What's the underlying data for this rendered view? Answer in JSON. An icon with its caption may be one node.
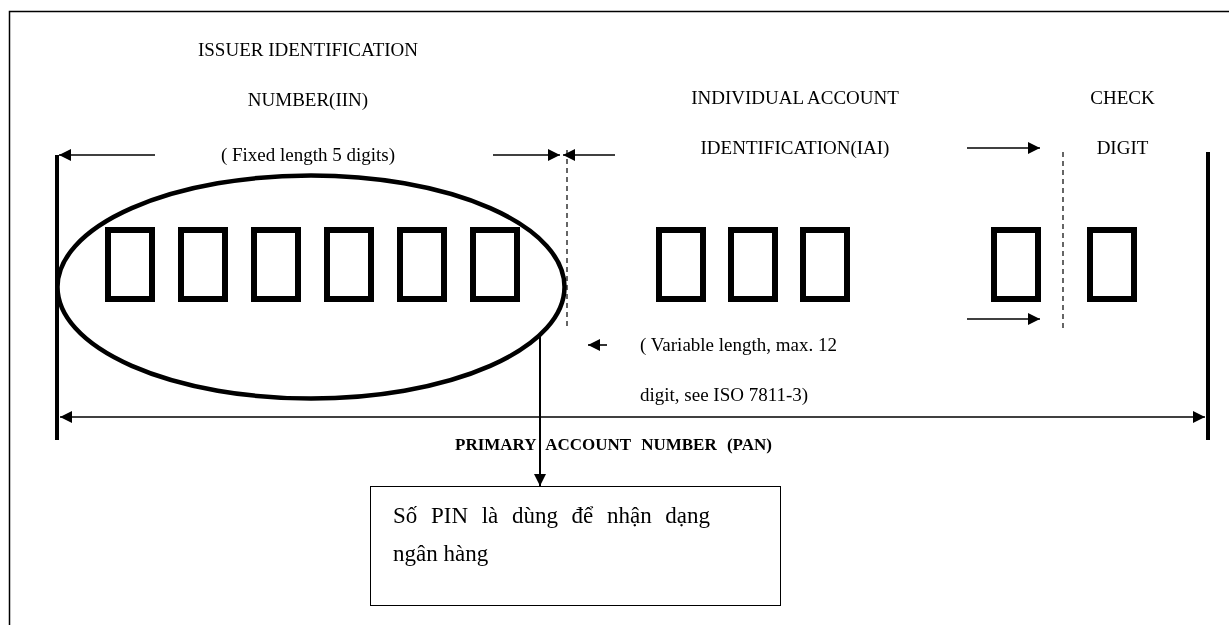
{
  "diagram": {
    "nodes": [
      {
        "text": [],
        "shape": "ellipse"
      },
      {
        "text": [
          "Số PIN là dùng để nhận dạng ngân hàng"
        ]
      }
    ],
    "edges": [
      {
        "from": 0,
        "to": 1,
        "arrow": "to"
      }
    ],
    "labels": [
      "ISSUER IDENTIFICATION NUMBER(IIN)",
      "( Fixed length 5 digits)",
      "INDIVIDUAL ACCOUNT IDENTIFICATION(IAI)",
      "CHECK DIGIT",
      "( Variable length, max. 12 digit, see ISO 7811-3)",
      "PRIMARY ACCOUNT NUMBER (PAN)"
    ]
  }
}
